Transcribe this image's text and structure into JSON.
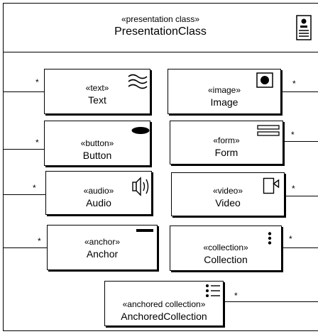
{
  "presentation": {
    "stereotype": "«presentation class»",
    "name": "PresentationClass",
    "icon": "page-icon"
  },
  "multiplicity": "*",
  "elements": {
    "text": {
      "stereotype": "«text»",
      "name": "Text",
      "icon": "text-waves-icon"
    },
    "image": {
      "stereotype": "«image»",
      "name": "Image",
      "icon": "image-icon"
    },
    "button": {
      "stereotype": "«button»",
      "name": "Button",
      "icon": "button-oval-icon"
    },
    "form": {
      "stereotype": "«form»",
      "name": "Form",
      "icon": "form-icon"
    },
    "audio": {
      "stereotype": "«audio»",
      "name": "Audio",
      "icon": "speaker-icon"
    },
    "video": {
      "stereotype": "«video»",
      "name": "Video",
      "icon": "camera-icon"
    },
    "anchor": {
      "stereotype": "«anchor»",
      "name": "Anchor",
      "icon": "anchor-bar-icon"
    },
    "collection": {
      "stereotype": "«collection»",
      "name": "Collection",
      "icon": "vertical-dots-icon"
    },
    "anchored_collection": {
      "stereotype": "«anchored collection»",
      "name": "AnchoredCollection",
      "icon": "list-icon"
    }
  }
}
